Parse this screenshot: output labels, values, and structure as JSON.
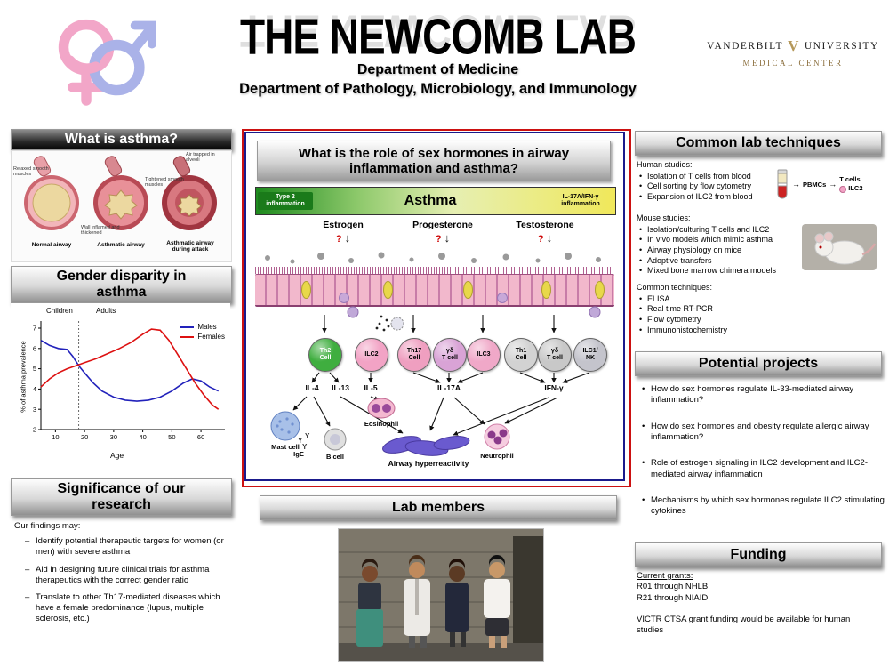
{
  "poster": {
    "title": "THE NEWCOMB LAB",
    "dept1": "Department of Medicine",
    "dept2": "Department of Pathology, Microbiology, and Immunology",
    "vanderbilt": {
      "name": "VANDERBILT",
      "v_glyph": "V",
      "university": "UNIVERSITY",
      "medical_center": "MEDICAL CENTER"
    }
  },
  "what_is_asthma": {
    "title": "What is asthma?",
    "airways": [
      "Normal airway",
      "Asthmatic airway",
      "Asthmatic airway during attack"
    ],
    "annotations": {
      "a1": "Air trapped in alveoli",
      "a2": "Relaxed smooth muscles",
      "a3": "Tightened smooth muscles",
      "a4": "Wall inflamed and thickened"
    }
  },
  "gender_disparity": {
    "title": "Gender disparity in asthma"
  },
  "chart_data": {
    "type": "line",
    "title": "Gender disparity in asthma",
    "xlabel": "Age",
    "ylabel": "% of asthma prevalence",
    "xlim": [
      5,
      67
    ],
    "ylim": [
      2,
      7
    ],
    "x_ticks": [
      10,
      20,
      30,
      40,
      50,
      60
    ],
    "y_ticks": [
      2,
      3,
      4,
      5,
      6,
      7
    ],
    "divider_x": 18,
    "annotations": [
      "Children",
      "Adults"
    ],
    "legend_position": "top-right",
    "grid": false,
    "series": [
      {
        "name": "Males",
        "color": "#2222bb",
        "x": [
          5,
          8,
          11,
          14,
          16,
          18,
          20,
          23,
          26,
          30,
          34,
          38,
          42,
          46,
          50,
          54,
          57,
          60,
          63,
          66
        ],
        "values": [
          6.4,
          6.15,
          6.0,
          5.95,
          5.6,
          5.15,
          4.8,
          4.3,
          3.9,
          3.6,
          3.45,
          3.4,
          3.45,
          3.6,
          3.9,
          4.3,
          4.5,
          4.4,
          4.1,
          3.9
        ]
      },
      {
        "name": "Females",
        "color": "#dd1111",
        "x": [
          5,
          8,
          11,
          14,
          17,
          20,
          24,
          28,
          32,
          36,
          40,
          43,
          46,
          49,
          52,
          55,
          58,
          61,
          64,
          66
        ],
        "values": [
          4.1,
          4.5,
          4.8,
          5.0,
          5.15,
          5.3,
          5.5,
          5.75,
          6.0,
          6.3,
          6.7,
          6.95,
          6.9,
          6.4,
          5.7,
          5.0,
          4.3,
          3.7,
          3.2,
          3.0
        ]
      }
    ]
  },
  "significance": {
    "title": "Significance of our research",
    "intro": "Our findings may:",
    "items": [
      "Identify potential therapeutic targets for women (or men) with severe asthma",
      "Aid in designing future clinical trials for asthma therapeutics with the correct gender ratio",
      "Translate to other Th17-mediated diseases which have a female predominance (lupus, multiple sclerosis, etc.)"
    ]
  },
  "central": {
    "question": "What is the role of sex hormones in airway inflammation and asthma?",
    "spectrum": {
      "left": "Type 2 inflammation",
      "center": "Asthma",
      "right": "IL-17A/IFN-γ inflammation",
      "color_left": "#1e8a1e",
      "color_right": "#f0e85a"
    },
    "hormones": [
      {
        "name": "Estrogen",
        "mark": "?"
      },
      {
        "name": "Progesterone",
        "mark": "?"
      },
      {
        "name": "Testosterone",
        "mark": "?"
      }
    ],
    "cells": [
      {
        "l1": "Th2",
        "l2": "Cell",
        "color": "#3fae3f"
      },
      {
        "l1": "ILC2",
        "l2": "",
        "color": "#f2a3c5"
      },
      {
        "l1": "Th17",
        "l2": "Cell",
        "color": "#ef9fc0"
      },
      {
        "l1": "γδ",
        "l2": "T cell",
        "color": "#d9a3d6"
      },
      {
        "l1": "ILC3",
        "l2": "",
        "color": "#f0a8c8"
      },
      {
        "l1": "Th1",
        "l2": "Cell",
        "color": "#d2d2d2"
      },
      {
        "l1": "γδ",
        "l2": "T cell",
        "color": "#c8c8c8"
      },
      {
        "l1": "ILC1/",
        "l2": "NK",
        "color": "#c4c4cc"
      }
    ],
    "cytokines": [
      "IL-4",
      "IL-13",
      "IL-5",
      "IL-17A",
      "IFN-γ"
    ],
    "effectors": {
      "mast": "Mast cell",
      "ige": "IgE",
      "bcell": "B cell",
      "eosinophil": "Eosinophil",
      "neutrophil": "Neutrophil"
    },
    "outcome": "Airway hyperreactivity"
  },
  "lab_members": {
    "title": "Lab members"
  },
  "techniques": {
    "title": "Common lab techniques",
    "human_heading": "Human studies:",
    "human_items": [
      "Isolation of T cells from blood",
      "Cell sorting by flow cytometry",
      "Expansion of ILC2 from blood"
    ],
    "flow": {
      "pbmcs": "PBMCs",
      "tcells": "T cells",
      "ilc2": "ILC2"
    },
    "mouse_heading": "Mouse studies:",
    "mouse_items": [
      "Isolation/culturing T cells and ILC2",
      "In vivo models which mimic asthma",
      "Airway physiology on mice",
      "Adoptive transfers",
      "Mixed bone marrow chimera models"
    ],
    "common_heading": "Common techniques:",
    "common_items": [
      "ELISA",
      "Real time RT-PCR",
      "Flow cytometry",
      "Immunohistochemistry"
    ]
  },
  "projects": {
    "title": "Potential projects",
    "items": [
      "How do sex hormones regulate IL-33-mediated airway inflammation?",
      "How do sex hormones and obesity regulate allergic airway inflammation?",
      "Role of estrogen signaling in ILC2 development and ILC2-mediated airway inflammation",
      "Mechanisms by which sex hormones regulate ILC2 stimulating cytokines"
    ]
  },
  "funding": {
    "title": "Funding",
    "grants_heading": "Current grants:",
    "grants": [
      "R01 through NHLBI",
      "R21 through NIAID"
    ],
    "note": "VICTR CTSA grant funding would be available for human studies"
  }
}
